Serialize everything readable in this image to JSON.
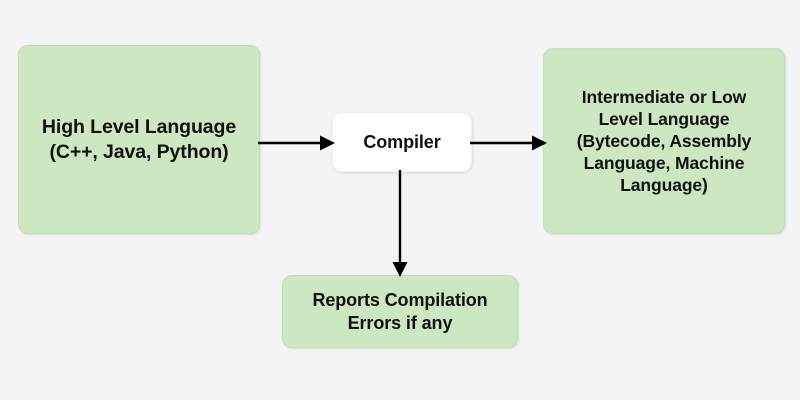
{
  "diagram": {
    "title": "Compiler process flow",
    "background_color": "#f4f4f4",
    "node_fill_green": "#cde7c2",
    "node_fill_white": "#ffffff",
    "text_color": "#111111",
    "arrow_color": "#000000",
    "nodes": [
      {
        "id": "high-level-language",
        "label": "High Level Language\n(C++, Java, Python)",
        "style": "green"
      },
      {
        "id": "compiler",
        "label": "Compiler",
        "style": "white"
      },
      {
        "id": "intermediate-language",
        "label": "Intermediate or Low\nLevel Language\n(Bytecode, Assembly\nLanguage, Machine\nLanguage)",
        "style": "green"
      },
      {
        "id": "reports-errors",
        "label": "Reports Compilation\nErrors if any",
        "style": "green"
      }
    ],
    "connectors": [
      {
        "id": "source-to-compiler",
        "from": "high-level-language",
        "to": "compiler",
        "direction": "right"
      },
      {
        "id": "compiler-to-output",
        "from": "compiler",
        "to": "intermediate-language",
        "direction": "right"
      },
      {
        "id": "compiler-to-errors",
        "from": "compiler",
        "to": "reports-errors",
        "direction": "down"
      }
    ]
  }
}
